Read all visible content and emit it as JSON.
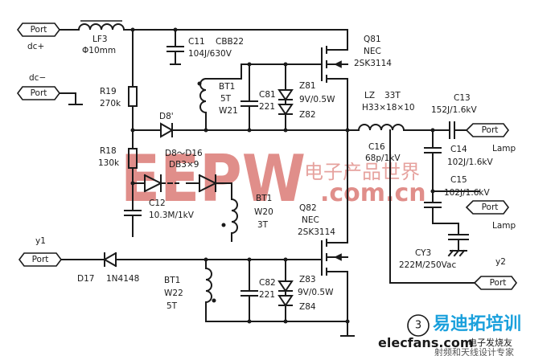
{
  "ports": {
    "dc_plus": {
      "tag": "Port",
      "name": "dc+"
    },
    "dc_minus": {
      "tag": "Port",
      "name": "dc−"
    },
    "y1": {
      "tag": "Port",
      "name": "y1"
    },
    "y2": {
      "tag": "Port",
      "name": "y2"
    },
    "lamp1": {
      "tag": "Port",
      "name": "Lamp"
    },
    "lamp2": {
      "tag": "Port",
      "name": "Lamp"
    }
  },
  "components": {
    "lf3": {
      "ref": "LF3",
      "value": "Φ10mm"
    },
    "c11": {
      "ref": "C11",
      "value": "104J/630V",
      "type": "CBB22"
    },
    "q81": {
      "ref": "Q81",
      "maker": "NEC",
      "part": "2SK3114"
    },
    "q82": {
      "ref": "Q82",
      "maker": "NEC",
      "part": "2SK3114"
    },
    "r19": {
      "ref": "R19",
      "value": "270k"
    },
    "r18": {
      "ref": "R18",
      "value": "130k"
    },
    "bt1_top": {
      "ref": "BT1",
      "turns": "5T",
      "winding": "W21"
    },
    "bt1_mid": {
      "ref": "BT1",
      "winding": "W20",
      "turns": "3T"
    },
    "bt1_bot": {
      "ref": "BT1",
      "winding": "W22",
      "turns": "5T"
    },
    "c81": {
      "ref": "C81",
      "value": "221"
    },
    "c82": {
      "ref": "C82",
      "value": "221"
    },
    "z81": {
      "ref": "Z81",
      "value": "9V/0.5W",
      "pair": "Z82"
    },
    "z83": {
      "ref": "Z83",
      "value": "9V/0.5W",
      "pair": "Z84"
    },
    "d8": {
      "ref": "D8'"
    },
    "d8_d16": {
      "ref": "D8～D16",
      "part": "DB3×9"
    },
    "c12": {
      "ref": "C12",
      "value": "10.3M/1kV"
    },
    "lz": {
      "ref": "LZ",
      "turns": "33T",
      "core": "H33×18×10"
    },
    "c16": {
      "ref": "C16",
      "value": "68p/1kV"
    },
    "c13": {
      "ref": "C13",
      "value": "152J/1.6kV"
    },
    "c14": {
      "ref": "C14",
      "value": "102J/1.6kV"
    },
    "c15": {
      "ref": "C15",
      "value": "102J/1.6kV"
    },
    "cy3": {
      "ref": "CY3",
      "value": "222M/250Vac"
    },
    "d17": {
      "ref": "D17",
      "part": "1N4148"
    }
  },
  "figure_number": "3",
  "watermark": {
    "brand": "EEPW",
    "domain": ".com.cn",
    "cn": "电子产品世界"
  },
  "logo": {
    "cn": "易迪拓培训",
    "site": "elecfans.com",
    "site_cn": "电子发烧友",
    "sub": "射频和天线设计专家"
  }
}
